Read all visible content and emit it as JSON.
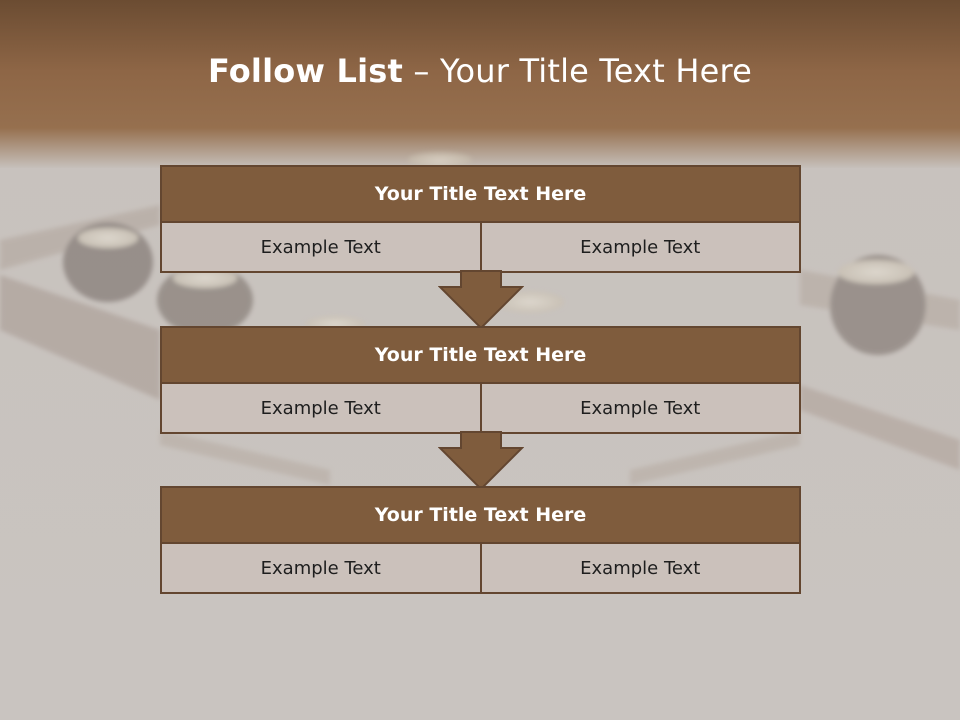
{
  "slide": {
    "title_bold": "Follow List",
    "title_rest": " – Your Title Text Here"
  },
  "blocks": [
    {
      "title": "Your Title Text Here",
      "items": [
        "Example Text",
        "Example Text"
      ]
    },
    {
      "title": "Your Title Text Here",
      "items": [
        "Example Text",
        "Example Text"
      ]
    },
    {
      "title": "Your Title Text Here",
      "items": [
        "Example Text",
        "Example Text"
      ]
    }
  ],
  "colors": {
    "header_fill": "#7f5c3d",
    "border": "#634630",
    "cell_fill": "#cbc1bb",
    "top_band": "#8a6445"
  },
  "icons": {
    "arrow": "down-arrow-icon"
  }
}
